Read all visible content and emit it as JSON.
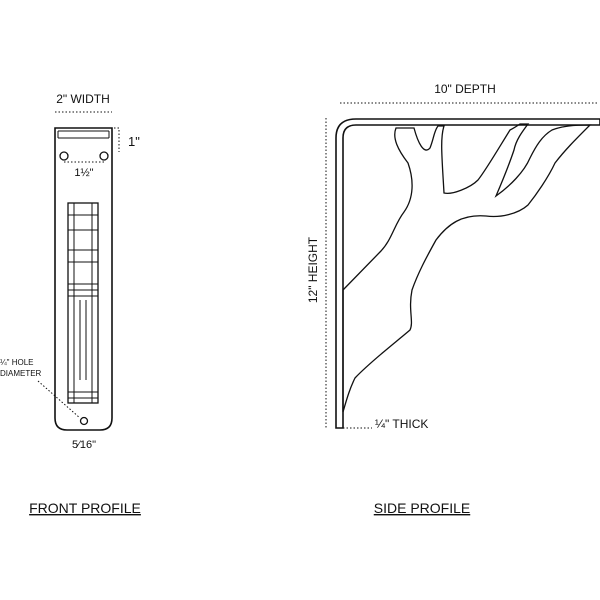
{
  "front": {
    "width_label": "2\" WIDTH",
    "top_offset_label": "1\"",
    "hole_spacing_label": "1½\"",
    "hole_diameter_line1": "¼\" HOLE",
    "hole_diameter_line2": "DIAMETER",
    "bottom_offset_label": "5⁄16\"",
    "caption": "FRONT PROFILE"
  },
  "side": {
    "depth_label": "10\" DEPTH",
    "height_label": "12\" HEIGHT",
    "thickness_label": "¼\" THICK",
    "caption": "SIDE PROFILE"
  }
}
